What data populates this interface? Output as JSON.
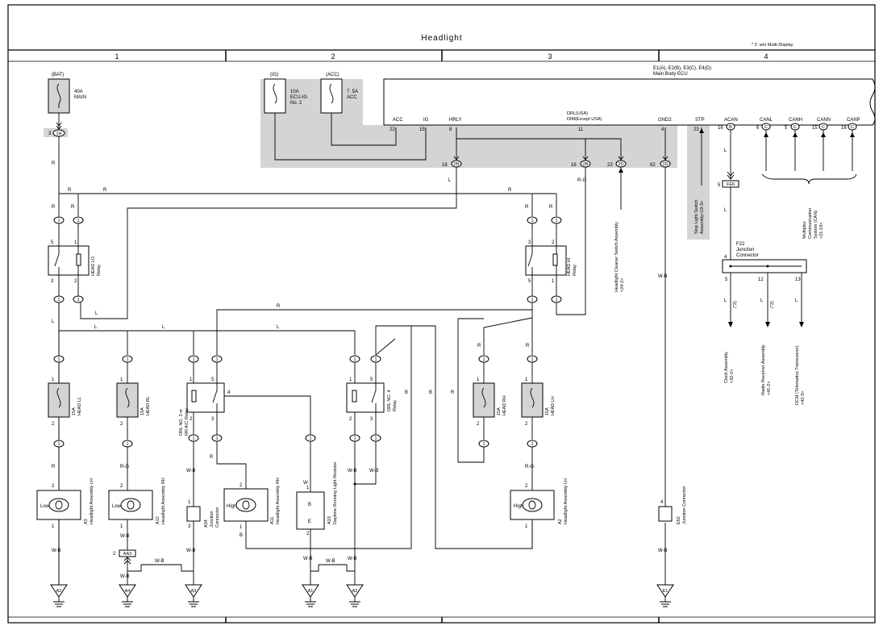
{
  "title": "Headlight",
  "note": "* 2: w/o Multi-Display",
  "columns": [
    "1",
    "2",
    "3",
    "4"
  ],
  "ecu": {
    "name_line1": "E1(A), E2(B), E3(C), E4(D)",
    "name_line2": "Main Body ECU",
    "drl_line1": "DRL(USA)",
    "drl_line2": "DIM(Except USA)",
    "pins": [
      "ACC",
      "IG",
      "HRLY",
      "GND2",
      "STP",
      "ACAN",
      "CANL",
      "CANH",
      "CANN",
      "CANP"
    ],
    "pin_numbers": [
      "22",
      "15",
      "8",
      "11",
      "4",
      "23",
      "16",
      "6",
      "5",
      "15",
      "16"
    ],
    "pin_connectors": [
      "B",
      "C",
      "C",
      "C",
      "C"
    ]
  },
  "sources": {
    "bat": "(BAT)",
    "ig": "(IG)",
    "acc": "(ACC)"
  },
  "fuses": {
    "main": {
      "rating": "40A",
      "name": "MAIN"
    },
    "ecu_ig": {
      "rating": "10A",
      "name": "ECU-IG",
      "sub": "No. 2"
    },
    "acc": {
      "rating": "7. 5A",
      "name": "ACC"
    },
    "ll": {
      "rating": "15A",
      "name": "HEAD LL"
    },
    "rl": {
      "rating": "15A",
      "name": "HEAD RL"
    },
    "rh": {
      "rating": "15A",
      "name": "HEAD RH"
    },
    "lh": {
      "rating": "15A",
      "name": "HEAD LH"
    }
  },
  "relays": {
    "lo": {
      "name": "HEAD LO",
      "sub": "Relay"
    },
    "hi": {
      "name": "HEAD HI",
      "sub": "Relay"
    },
    "drl3": {
      "name": "DRL NO. 3 or",
      "sub": "RR A/C Relay"
    },
    "drl4": {
      "name": "DRL NO. 4",
      "sub": "Relay"
    }
  },
  "connectors": {
    "c3_1h": "1H",
    "c18_2b": "2B",
    "c16_2b": "2B",
    "c23_2d": "2D",
    "c62_2d": "2D",
    "fe6": "FE6",
    "aa3": "AA3",
    "one": "1"
  },
  "wire_colors": {
    "r": "R",
    "l": "L",
    "b": "B",
    "w": "W",
    "rg": "R-G",
    "wb": "W-B"
  },
  "headlights": {
    "a3": {
      "code": "A3",
      "name": "Headlight Assembly LH",
      "beam": "Low"
    },
    "a12": {
      "code": "A12",
      "name": "Headlight Assembly RH",
      "beam": "Low"
    },
    "a11": {
      "code": "A11",
      "name": "Headlight Assembly RH",
      "beam": "High"
    },
    "a2": {
      "code": "A2",
      "name": "Headlight Assembly LH",
      "beam": "High"
    }
  },
  "junctions": {
    "a34": {
      "code": "A34",
      "name": "Junction",
      "sub": "Connector"
    },
    "e52": {
      "code": "E52",
      "name": "Junction Connector"
    },
    "f22": {
      "code": "F22",
      "name": "Junction",
      "sub": "Connector"
    }
  },
  "resistor": {
    "code": "A33",
    "name": "Daytime Running Light Resistor",
    "b": "B",
    "e": "E"
  },
  "grounds": [
    "A2",
    "A4",
    "A3",
    "A1",
    "A2",
    "E1"
  ],
  "refs": {
    "cleaner": {
      "name": "Headlight Cleaner Switch Assembly",
      "page": "<24-2>"
    },
    "stop": {
      "name": "Stop Light Switch",
      "sub": "Assembly<19-3>"
    },
    "multiplex": {
      "l1": "Multiplex",
      "l2": "Communication",
      "l3": "System (CAN)",
      "l4": "<21-19>"
    },
    "clock": {
      "name": "Clock Assembly",
      "page": "<32-2>"
    },
    "radio": {
      "name": "Radio Receiver Assembly",
      "page": "<41-2>"
    },
    "dcm": {
      "name": "DCM (Telematics Transceiver)",
      "page": "<42-3>"
    },
    "star2": "(*2)"
  },
  "pins_misc": {
    "p1": "1",
    "p2": "2",
    "p3": "3",
    "p4": "4",
    "p5": "5",
    "p12": "12",
    "p13": "13",
    "p16": "16",
    "p18": "18",
    "p23": "23",
    "p62": "62"
  }
}
